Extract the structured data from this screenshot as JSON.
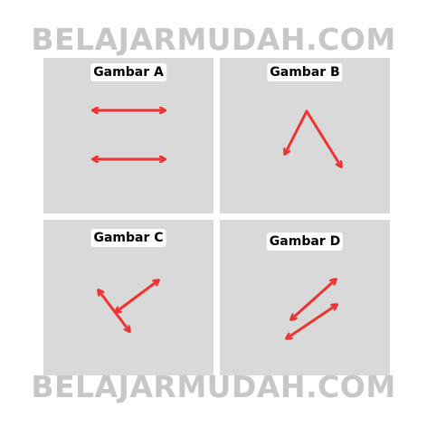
{
  "watermark": {
    "top_text": "BELAJARMUDAH.COM",
    "bottom_text": "BELAJARMUDAH.COM"
  },
  "colors": {
    "panel_background": "#d9d9d9",
    "arrow": "#ee3333",
    "watermark": "#c7c7c7",
    "label_background": "#ffffff"
  },
  "panels": [
    {
      "label": "Gambar A",
      "description_icon": "two-parallel-horizontal-double-arrows"
    },
    {
      "label": "Gambar B",
      "description_icon": "two-arrows-from-common-point-v-shape"
    },
    {
      "label": "Gambar C",
      "description_icon": "two-double-arrows-crossing-at-point"
    },
    {
      "label": "Gambar D",
      "description_icon": "two-parallel-diagonal-double-arrows"
    }
  ]
}
